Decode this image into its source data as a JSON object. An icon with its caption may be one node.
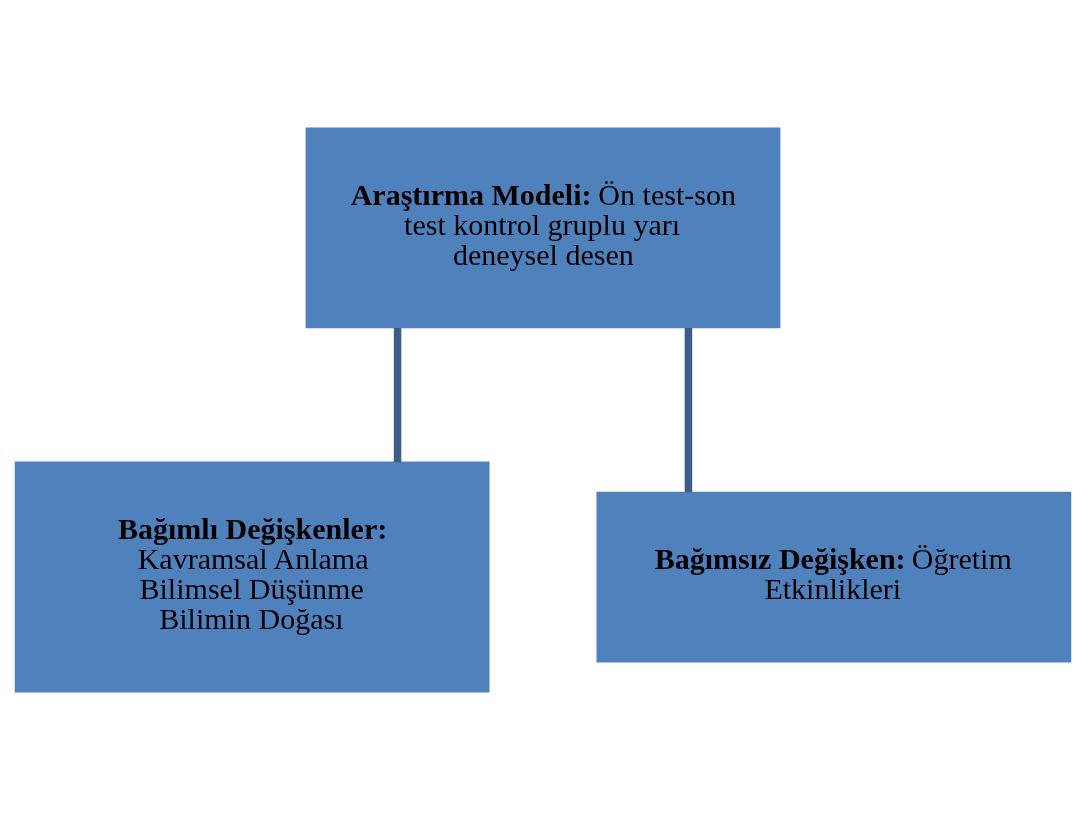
{
  "diagram": {
    "nodes": [
      {
        "text": [
          "**Araştırma Modeli:** Ön test-son test kontrol gruplu yarı deneysel desen"
        ]
      },
      {
        "text": [
          "**Bağımlı Değişkenler:** Kavramsal Anlama",
          "Bilimsel Düşünme",
          "Bilimin Doğası"
        ]
      },
      {
        "text": [
          "**Bağımsız Değişken:** Öğretim Etkinlikleri"
        ]
      }
    ],
    "edges": [
      {
        "from": 0,
        "to": 1,
        "arrow": "none"
      },
      {
        "from": 0,
        "to": 2,
        "arrow": "none"
      }
    ]
  }
}
